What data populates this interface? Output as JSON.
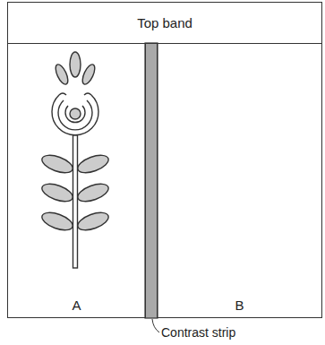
{
  "diagram": {
    "nodes": [
      {
        "text": [
          "Top band"
        ]
      },
      {
        "text": [
          "A"
        ]
      },
      {
        "text": [
          "B"
        ]
      }
    ],
    "labels": [
      "Contrast strip"
    ]
  }
}
